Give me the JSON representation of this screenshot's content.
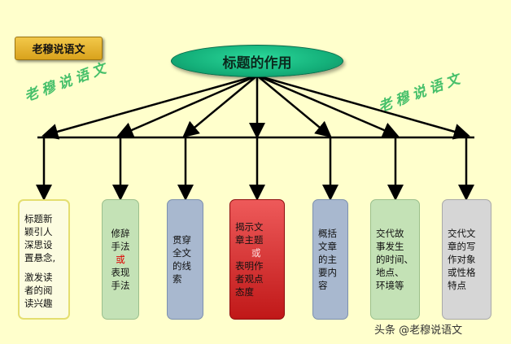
{
  "badge": {
    "label": "老穆说语文"
  },
  "root": {
    "label": "标题的作用"
  },
  "watermarks": {
    "left": "老穆说语文",
    "right": "老穆说语文"
  },
  "boxes": [
    {
      "lines": [
        "标题新",
        "颖引人",
        "深思设",
        "置悬念,"
      ],
      "lines2": [
        "激发读",
        "者的阅",
        "读兴趣"
      ]
    },
    {
      "line1": "修辞",
      "line2": "手法",
      "or": "或",
      "line3": "表现",
      "line4": "手法"
    },
    {
      "lines": [
        "贯穿",
        "全文",
        "的线",
        "索"
      ]
    },
    {
      "line1": "揭示文",
      "line2": "章主题",
      "or": "或",
      "line3": "表明作",
      "line4": "者观点",
      "line5": "态度"
    },
    {
      "lines": [
        "概括",
        "文章",
        "的主",
        "要内",
        "容"
      ]
    },
    {
      "lines": [
        "交代故",
        "事发生",
        "的时间、",
        "地点、",
        "环境等"
      ]
    },
    {
      "lines": [
        "交代文",
        "章的写",
        "作对象",
        "或性格",
        "特点"
      ]
    }
  ],
  "footer": {
    "text": "头条 @老穆说语文"
  },
  "colors": {
    "background": "#FFFFCC",
    "root": "#14B07A",
    "arrow": "#000000",
    "highlight": "#E00000"
  }
}
